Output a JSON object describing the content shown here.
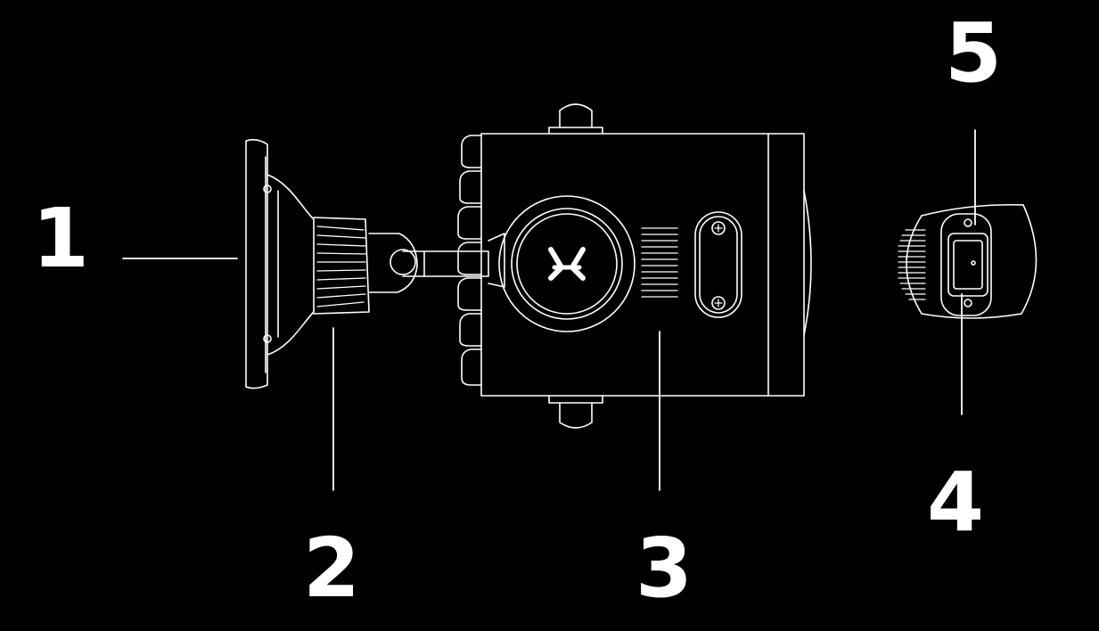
{
  "callouts": {
    "c1": "1",
    "c2": "2",
    "c3": "3",
    "c4": "4",
    "c5": "5"
  },
  "colors": {
    "background": "#000000",
    "line": "#ffffff"
  }
}
